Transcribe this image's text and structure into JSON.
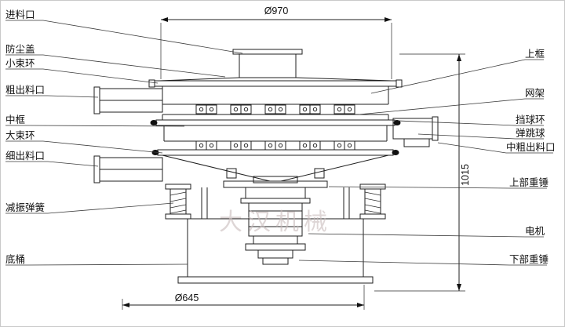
{
  "diagram": {
    "watermark": "大汉机械",
    "dimensions": {
      "top_diameter": "Ø970",
      "bottom_diameter": "Ø645",
      "height": "1015"
    },
    "labels_left": [
      {
        "label": "进料口"
      },
      {
        "label": "防尘盖"
      },
      {
        "label": "小束环"
      },
      {
        "label": "粗出料口"
      },
      {
        "label": "中框"
      },
      {
        "label": "大束环"
      },
      {
        "label": "细出料口"
      },
      {
        "label": "减振弹簧"
      },
      {
        "label": "底桶"
      }
    ],
    "labels_right": [
      {
        "label": "上框"
      },
      {
        "label": "网架"
      },
      {
        "label": "挡球环"
      },
      {
        "label": "弹跳球"
      },
      {
        "label": "中粗出料口"
      },
      {
        "label": "上部重锤"
      },
      {
        "label": "电机"
      },
      {
        "label": "下部重锤"
      }
    ]
  }
}
